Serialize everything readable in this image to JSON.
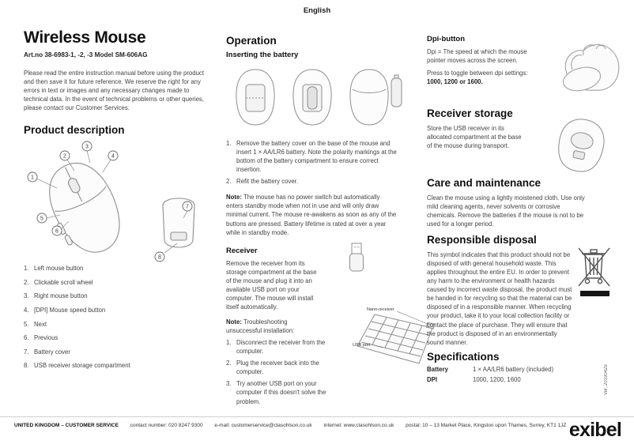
{
  "page": {
    "language": "English",
    "version": "Ver. 20190429"
  },
  "left": {
    "title": "Wireless Mouse",
    "artno": "Art.no 38-6983-1, -2, -3  Model SM-606AG",
    "intro": "Please read the entire instruction manual before using the product and then save it for future reference. We reserve the right for any errors in text or images and any necessary changes made to technical data. In the event of technical problems or other queries, please contact our Customer Services.",
    "product_description_heading": "Product description",
    "diagram_callouts": [
      "1",
      "2",
      "3",
      "4",
      "5",
      "6",
      "7",
      "8"
    ],
    "parts": [
      "Left mouse button",
      "Clickable scroll wheel",
      "Right mouse button",
      "[DPI] Mouse speed button",
      "Next",
      "Previous",
      "Battery cover",
      "USB receiver storage compartment"
    ]
  },
  "middle": {
    "operation_heading": "Operation",
    "inserting_heading": "Inserting the battery",
    "battery_steps": [
      "Remove the battery cover on the base of the mouse and insert 1 × AA/LR6 battery. Note the polarity markings at the bottom of the battery compartment to ensure correct insertion.",
      "Refit the battery cover."
    ],
    "note1_label": "Note:",
    "note1_text": "The mouse has no power switch but automatically enters standby mode when not in use and will only draw minimal current. The mouse re-awakens as soon as any of the buttons are pressed. Battery lifetime is rated at over a year while in standby mode.",
    "receiver_heading": "Receiver",
    "receiver_text": "Remove the receiver from its storage compartment at the base of the mouse and plug it into an available USB port on your computer. The mouse will install itself automatically.",
    "note2_label": "Note:",
    "note2_text": "Troubleshooting unsuccessful installation:",
    "troubleshooting_steps": [
      "Disconnect the receiver from the computer.",
      "Plug the receiver back into the computer.",
      "Try another USB port on your computer if this doesn't solve the problem."
    ],
    "nano_receiver_label": "Nano-receiver",
    "usb_port_label": "USB port"
  },
  "right": {
    "dpi_heading": "Dpi-button",
    "dpi_text": "Dpi = The speed at which the mouse pointer moves across the screen.",
    "dpi_toggle_text": "Press to toggle between dpi settings:",
    "dpi_settings_bold": "1000, 1200 or 1600.",
    "receiver_storage_heading": "Receiver storage",
    "receiver_storage_text": "Store the USB receiver in its allocated compartment at the base of the mouse during transport.",
    "care_heading": "Care and maintenance",
    "care_text": "Clean the mouse using a lightly moistened cloth. Use only mild cleaning agents, never solvents or corrosive chemicals. Remove the batteries if the mouse is not to be used for a longer period.",
    "disposal_heading": "Responsible disposal",
    "disposal_text": "This symbol indicates that this product should not be disposed of with general household waste. This applies throughout the entire EU. In order to prevent any harm to the environment or health hazards caused by incorrect waste disposal, the product must be handed in for recycling so that the material can be disposed of in a responsible manner. When recycling your product, take it to your local collection facility or contact the place of purchase. They will ensure that the product is disposed of in an environmentally sound manner.",
    "specs_heading": "Specifications",
    "specs": [
      {
        "key": "Battery",
        "value": "1 × AA/LR6 battery (included)"
      },
      {
        "key": "DPI",
        "value": "1000, 1200, 1600"
      }
    ]
  },
  "footer": {
    "region": "UNITED KINGDOM – CUSTOMER SERVICE",
    "contact": "contact number: 020 8247 9300",
    "email": "e-mail: customerservice@clasohlson.co.uk",
    "internet": "internet: www.clasohlson.co.uk",
    "postal": "postal: 10 – 13 Market Place, Kingston upon Thames, Surrey, KT1 1JZ",
    "brand": "exibel"
  }
}
